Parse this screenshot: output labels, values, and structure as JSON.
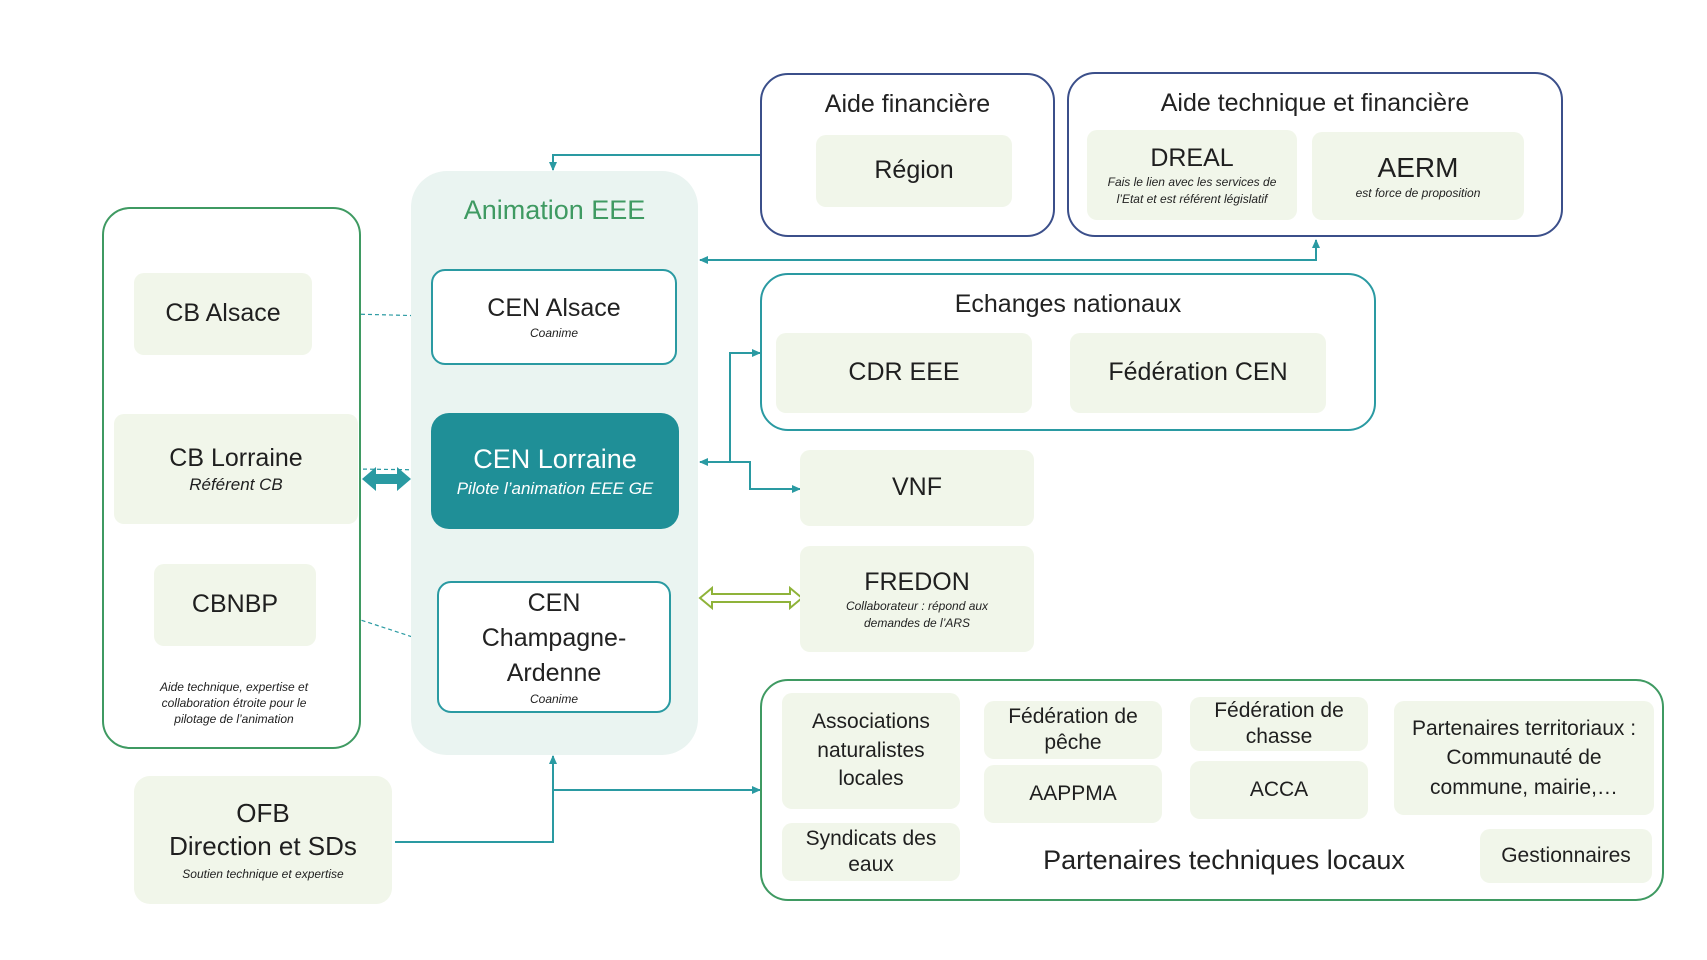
{
  "animation": {
    "title": "Animation EEE",
    "cen_alsace": {
      "name": "CEN Alsace",
      "role": "Coanime"
    },
    "cen_lorraine": {
      "name": "CEN Lorraine",
      "role": "Pilote l’animation EEE GE"
    },
    "cen_ca": {
      "line1": "CEN",
      "line2": "Champagne-",
      "line3": "Ardenne",
      "role": "Coanime"
    }
  },
  "left_group": {
    "cb_alsace": "CB Alsace",
    "cb_lorraine": {
      "name": "CB Lorraine",
      "role": "Référent CB"
    },
    "cbnbp": "CBNBP",
    "note": "Aide technique, expertise et collaboration étroite pour le pilotage de l’animation"
  },
  "ofb": {
    "line1": "OFB",
    "line2": "Direction et SDs",
    "role": "Soutien technique et expertise"
  },
  "aide_financiere": {
    "title": "Aide financière",
    "region": "Région"
  },
  "aide_tech_fin": {
    "title": "Aide technique et financière",
    "dreal": {
      "name": "DREAL",
      "role": "Fais le lien avec les services de l’Etat et est référent législatif"
    },
    "aerm": {
      "name": "AERM",
      "role": "est force de proposition"
    }
  },
  "echanges": {
    "title": "Echanges nationaux",
    "cdr": "CDR EEE",
    "federation": "Fédération CEN"
  },
  "vnf": "VNF",
  "fredon": {
    "name": "FREDON",
    "role": "Collaborateur : répond aux demandes de l’ARS"
  },
  "partenaires": {
    "title": "Partenaires techniques locaux",
    "associations": "Associations naturalistes locales",
    "syndicats": "Syndicats des eaux",
    "peche": "Fédération de pêche",
    "aappma": "AAPPMA",
    "chasse": "Fédération de chasse",
    "acca": "ACCA",
    "territoriaux": "Partenaires territoriaux : Communauté de commune, mairie,…",
    "gestionnaires": "Gestionnaires"
  },
  "colors": {
    "teal": "#2a9aa2",
    "teal_dark": "#1f8f97",
    "green": "#3f9a62",
    "navy": "#3b4f8a",
    "olive": "#8fb33a",
    "tile": "#f1f6ea",
    "panel": "#eaf4f1"
  }
}
